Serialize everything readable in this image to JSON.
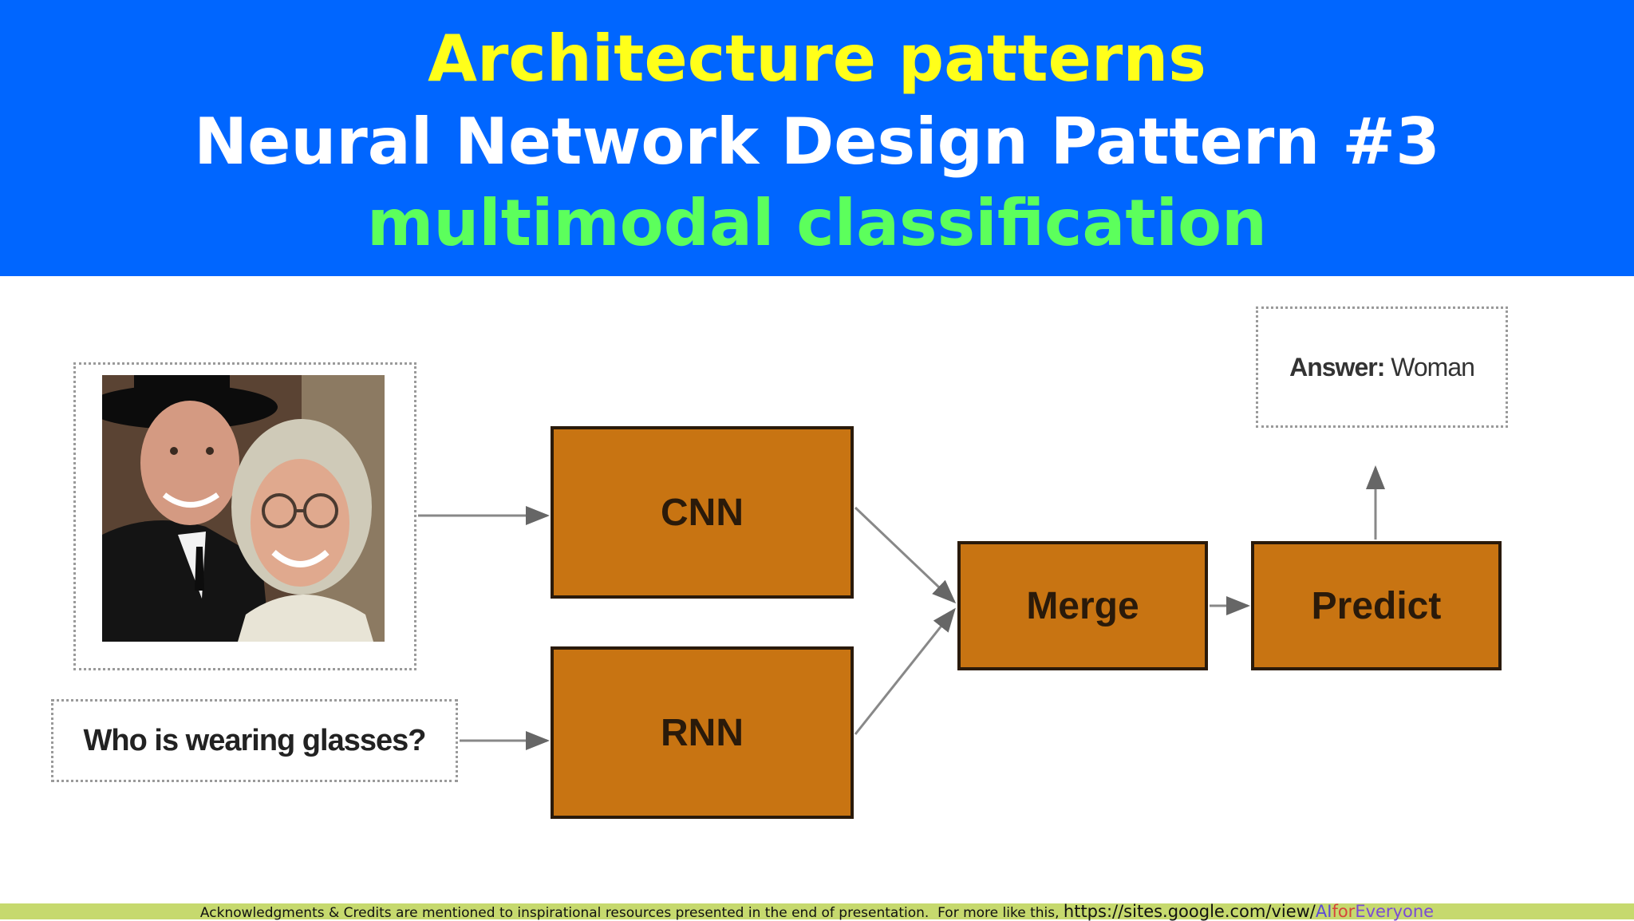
{
  "header": {
    "line1": "Architecture patterns",
    "line2": "Neural Network Design Pattern #3",
    "line3": "multimodal classification"
  },
  "diagram": {
    "question": "Who is wearing glasses?",
    "answer_label": "Answer:",
    "answer_value": " Woman",
    "nodes": {
      "cnn": "CNN",
      "rnn": "RNN",
      "merge": "Merge",
      "predict": "Predict"
    }
  },
  "footer": {
    "text": "Acknowledgments & Credits are mentioned to inspirational resources presented in the end of presentation.  For more like this, ",
    "url_prefix": "https://sites.google.com/view/",
    "url_ai": "AI",
    "url_for": "for",
    "url_everyone": "Everyone"
  },
  "colors": {
    "header_bg": "#0066ff",
    "title_yellow": "#ffff1a",
    "title_white": "#ffffff",
    "title_green": "#5cff5c",
    "node_fill": "#c87412",
    "footer_bg": "#c6d96e"
  }
}
